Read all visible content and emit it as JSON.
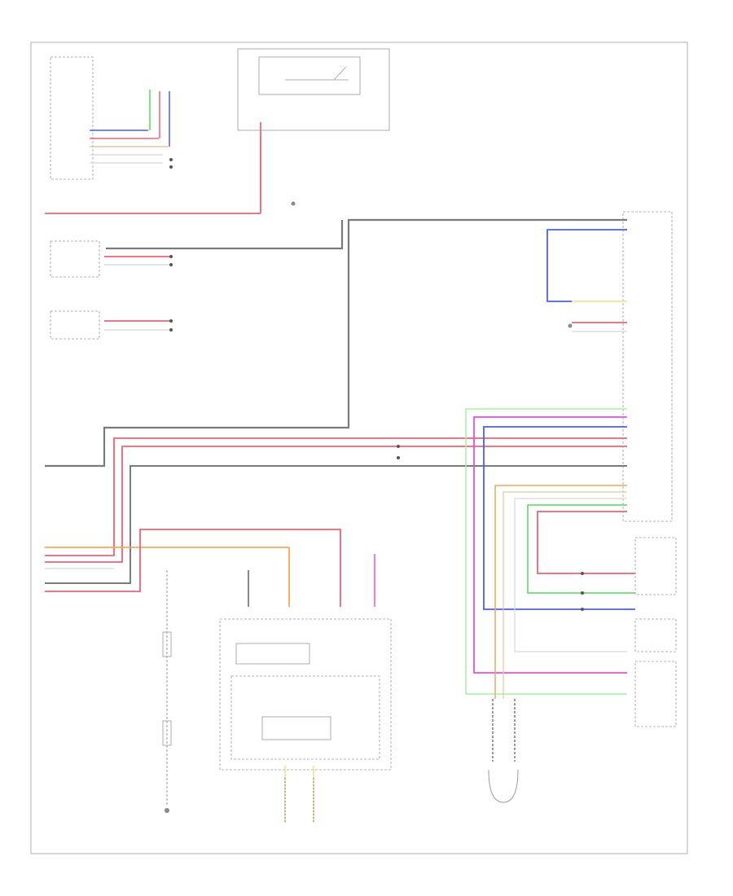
{
  "title": "",
  "page_label": "",
  "wire_colors": {
    "red": "#f06272",
    "pink": "#ff9fb8",
    "black": "#7a7a7a",
    "white": "#d8d8d8",
    "blue": "#4a5cff",
    "green": "#59d659",
    "light_green": "#a7f0a7",
    "orange": "#f4a75a",
    "tan": "#e2c9a0",
    "yellow": "#e6e68a",
    "violet": "#e64fe6",
    "gray": "#a8a8a8"
  },
  "components": [
    {
      "id": "top-fuse-block",
      "label": ""
    },
    {
      "id": "climate-control-seat",
      "label": ""
    },
    {
      "id": "left-seat-heater",
      "label": ""
    },
    {
      "id": "occupant-sensor",
      "label": ""
    },
    {
      "id": "cushion-sensor",
      "label": ""
    },
    {
      "id": "srs-control-module",
      "label": ""
    },
    {
      "id": "ground-left-kick",
      "label": ""
    },
    {
      "id": "ground-right",
      "label": ""
    },
    {
      "id": "dash-ground",
      "label": ""
    },
    {
      "id": "passenger-seatbelt",
      "label": ""
    },
    {
      "id": "right-seatbelt",
      "label": ""
    },
    {
      "id": "passenger-airbag",
      "label": ""
    },
    {
      "id": "steering-coil",
      "label": ""
    },
    {
      "id": "pretensioner-module",
      "label": ""
    },
    {
      "id": "connector-bottom",
      "label": ""
    },
    {
      "id": "ground-bottom",
      "label": ""
    }
  ]
}
